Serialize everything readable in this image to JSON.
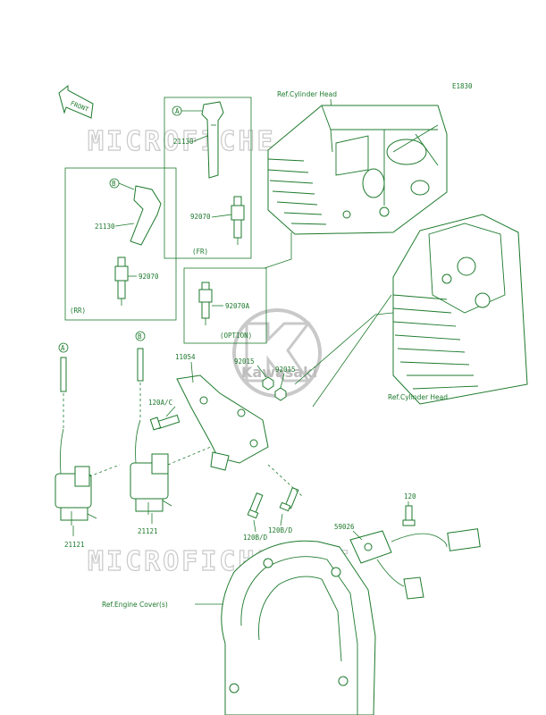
{
  "diagram_code": "E1830",
  "front_arrow_label": "FRONT",
  "watermark_text": "MICROFICHE.NET",
  "brand_logo_text": "Kawasaki",
  "colors": {
    "line": "#1d7a2c",
    "watermark": "#c9c9c9",
    "background": "#ffffff"
  },
  "references": {
    "cylinder_head_top": "Ref.Cylinder Head",
    "cylinder_head_right": "Ref.Cylinder Head",
    "engine_cover": "Ref.Engine Cover(s)"
  },
  "boxes": {
    "front": {
      "tag": "(FR)",
      "callout": "A",
      "coil": "21130",
      "plug": "92070"
    },
    "rear": {
      "tag": "(RR)",
      "callout": "B",
      "coil": "21130",
      "plug": "92070"
    },
    "option": {
      "tag": "(OPTION)",
      "plug": "92070A"
    }
  },
  "callouts": {
    "a": "A",
    "b": "B"
  },
  "part_labels": {
    "bracket": "11054",
    "nut_1": "92015",
    "nut_2": "92015",
    "bolt_120a": "120A/C",
    "bolt_120b_1": "120B/D",
    "bolt_120b_2": "120B/D",
    "coil_left": "21121",
    "coil_right": "21121",
    "sensor": "59026",
    "bolt_120": "120"
  }
}
